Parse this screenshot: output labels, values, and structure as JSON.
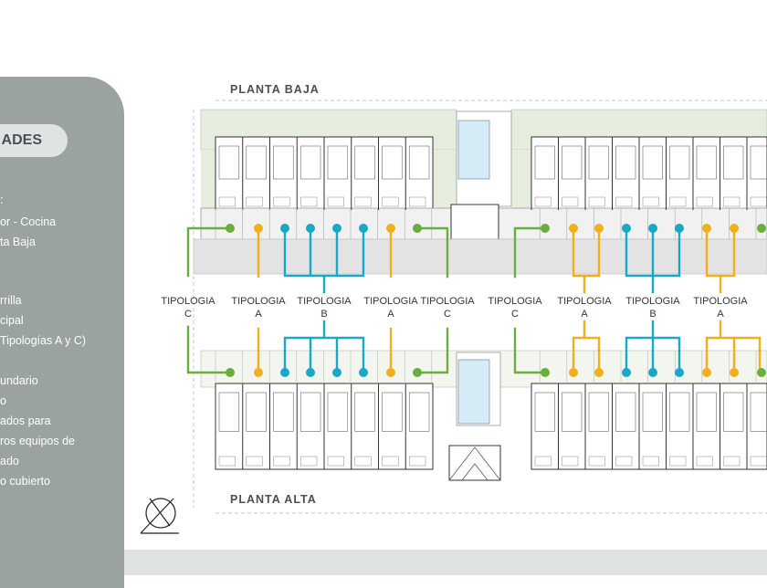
{
  "sidebar": {
    "badge_label": "ADES",
    "items": [
      ":",
      "or - Cocina",
      "ta Baja",
      "rrilla",
      "cipal",
      "Tipologías A y C)",
      "undario",
      "o",
      "ados para",
      "ros equipos de",
      "ado",
      "o cubierto"
    ]
  },
  "plan": {
    "top_title": "PLANTA BAJA",
    "bottom_title": "PLANTA ALTA",
    "tipologias": [
      {
        "name": "TIPOLOGIA",
        "letter": "C"
      },
      {
        "name": "TIPOLOGIA",
        "letter": "A"
      },
      {
        "name": "TIPOLOGIA",
        "letter": "B"
      },
      {
        "name": "TIPOLOGIA",
        "letter": "A"
      },
      {
        "name": "TIPOLOGIA",
        "letter": "C"
      },
      {
        "name": "TIPOLOGIA",
        "letter": "C"
      },
      {
        "name": "TIPOLOGIA",
        "letter": "A"
      },
      {
        "name": "TIPOLOGIA",
        "letter": "B"
      },
      {
        "name": "TIPOLOGIA",
        "letter": "A"
      }
    ]
  },
  "colors": {
    "tipologia_a": "#f0b01e",
    "tipologia_b": "#1ba7c6",
    "tipologia_c": "#6aae3e",
    "panel": "#9aa3a2",
    "badge": "#dfe3e2",
    "garden": "#e6edde",
    "pool": "#d5ecf6",
    "corridor": "#e3e3e3"
  }
}
